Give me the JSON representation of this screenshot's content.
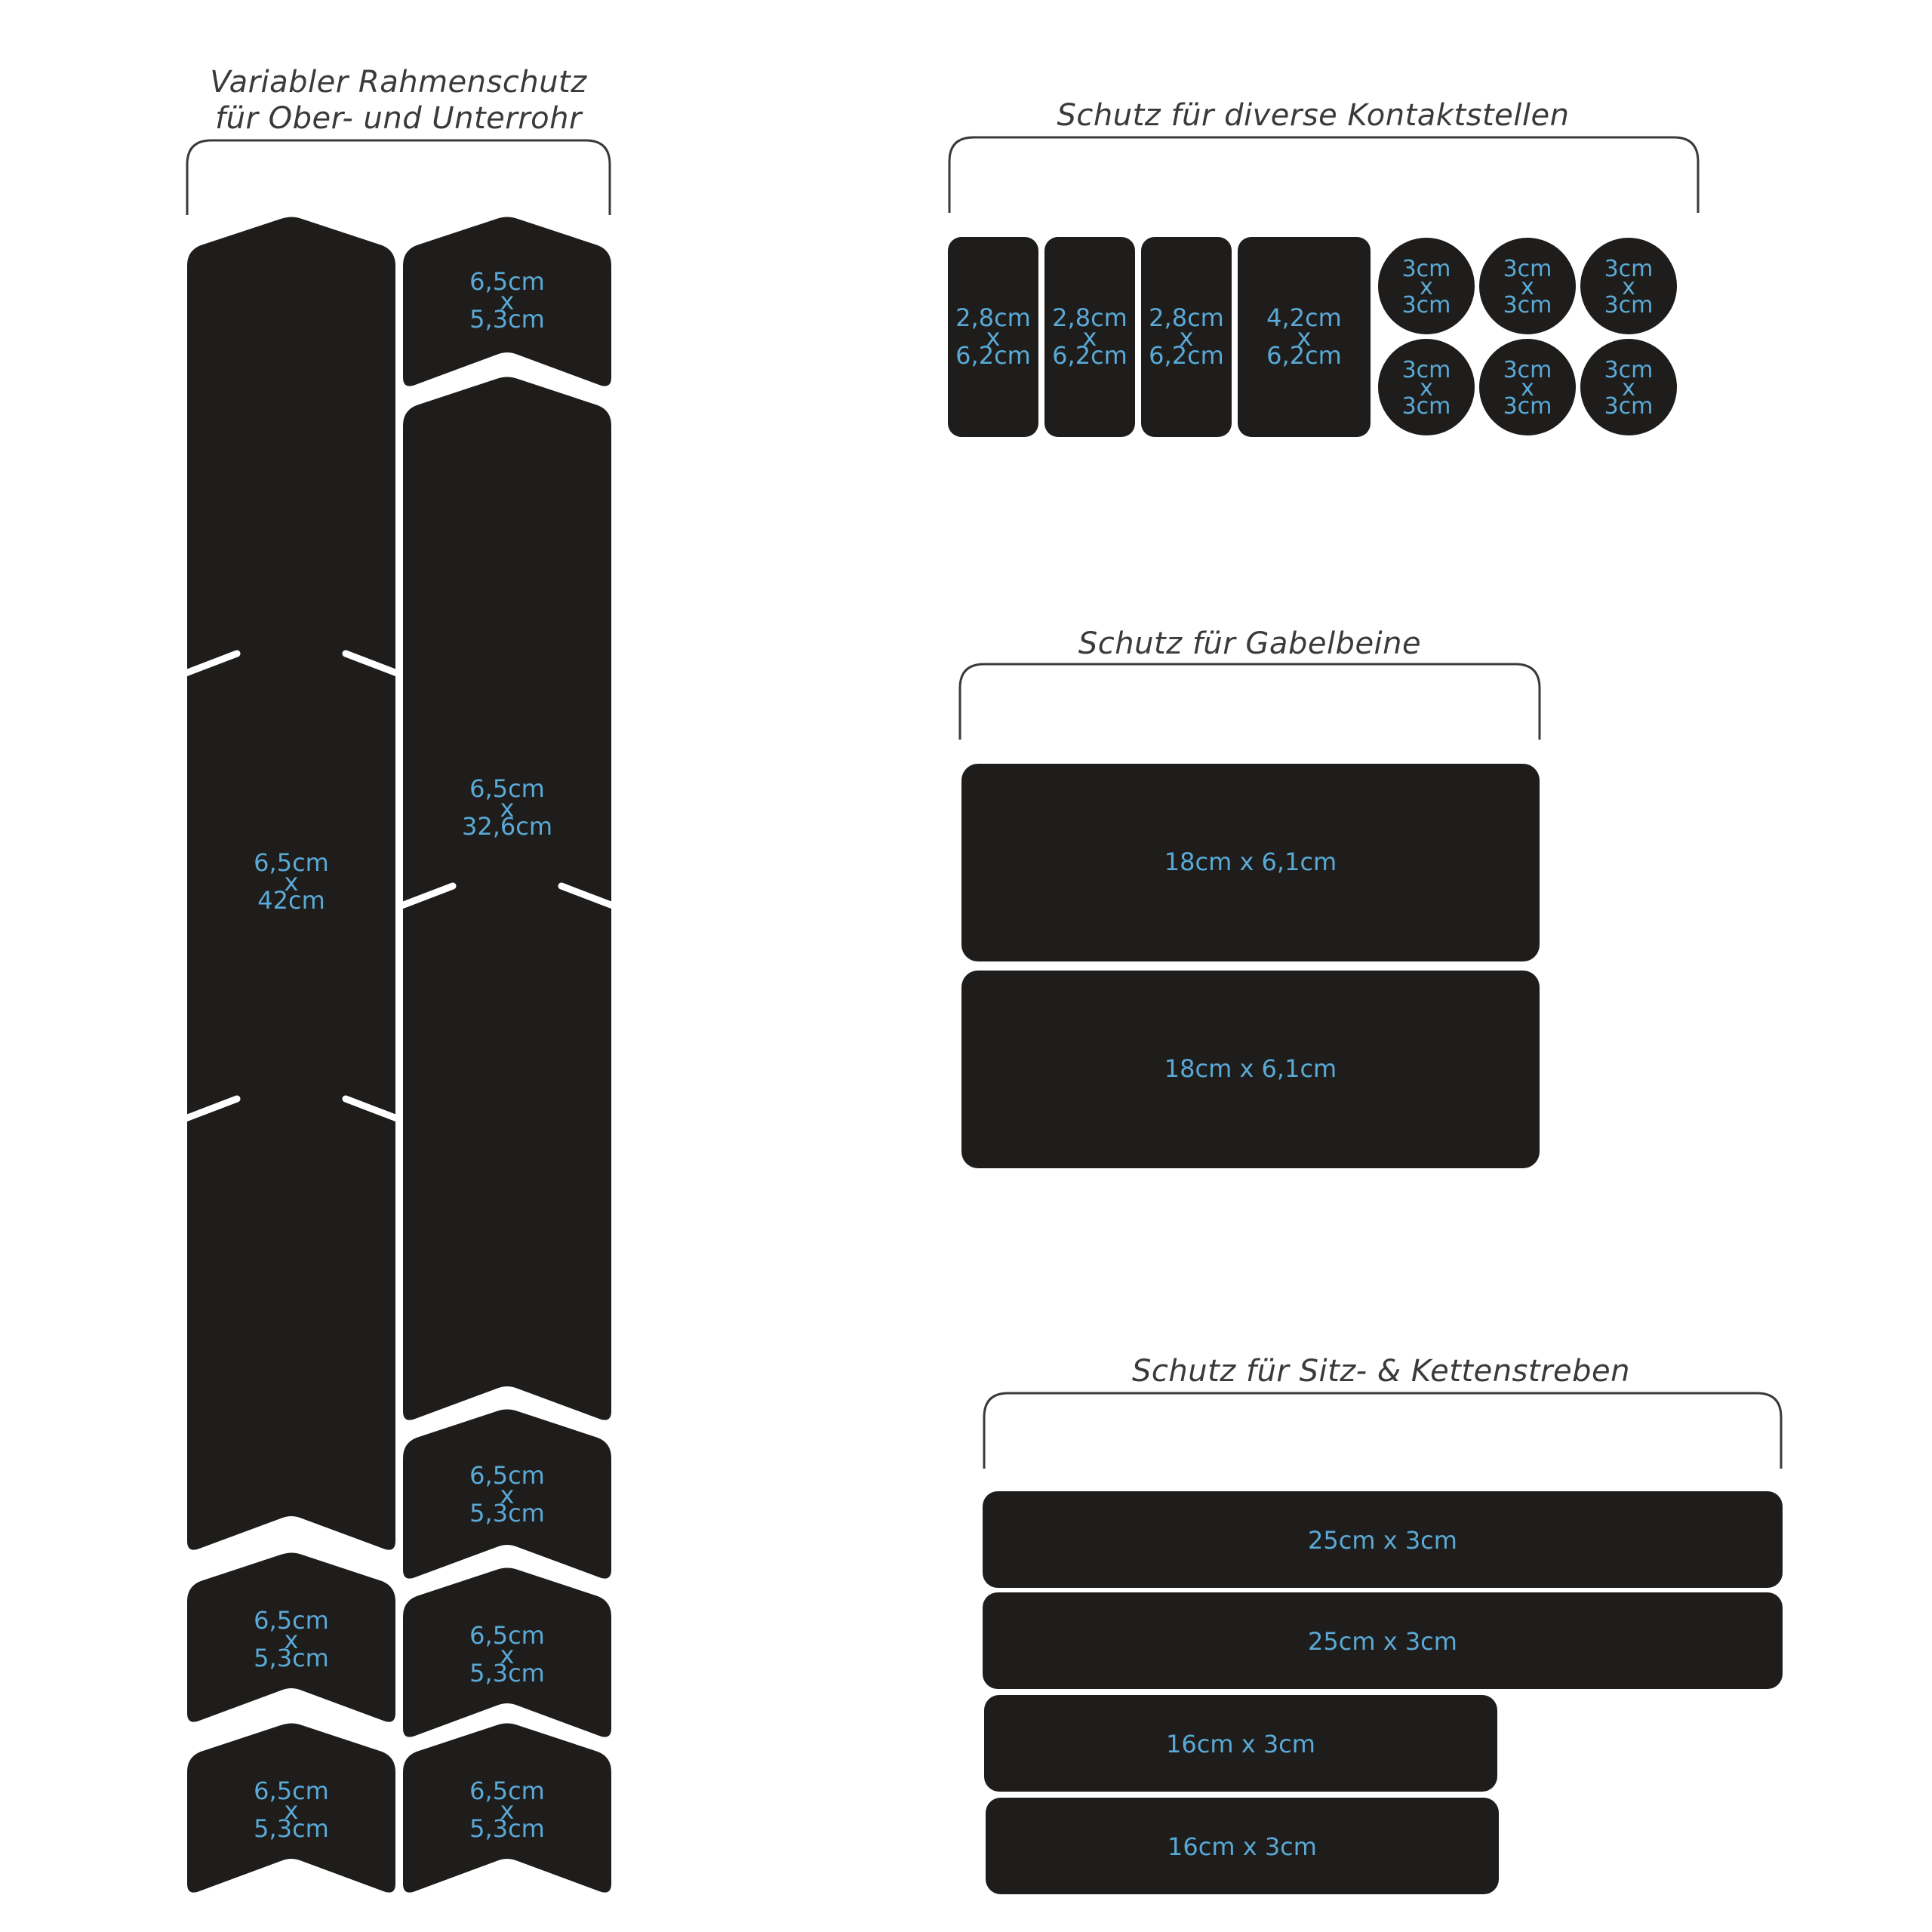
{
  "sections": {
    "frame": {
      "heading_line1": "Variabler Rahmenschutz",
      "heading_line2": "für Ober- und Unterrohr"
    },
    "contact": {
      "heading": "Schutz für diverse Kontaktstellen"
    },
    "fork": {
      "heading": "Schutz für Gabelbeine"
    },
    "stays": {
      "heading": "Schutz für Sitz- & Kettenstreben"
    }
  },
  "pieces": {
    "long_left": {
      "w": "6,5cm",
      "x": "x",
      "h": "42cm"
    },
    "long_right": {
      "w": "6,5cm",
      "x": "x",
      "h": "32,6cm"
    },
    "small_top_right": {
      "w": "6,5cm",
      "x": "x",
      "h": "5,3cm"
    },
    "small_mid_right": {
      "w": "6,5cm",
      "x": "x",
      "h": "5,3cm"
    },
    "small_r4_left": {
      "w": "6,5cm",
      "x": "x",
      "h": "5,3cm"
    },
    "small_r4_right": {
      "w": "6,5cm",
      "x": "x",
      "h": "5,3cm"
    },
    "small_r5_left": {
      "w": "6,5cm",
      "x": "x",
      "h": "5,3cm"
    },
    "small_r5_right": {
      "w": "6,5cm",
      "x": "x",
      "h": "5,3cm"
    },
    "rect1": {
      "w": "2,8cm",
      "x": "x",
      "h": "6,2cm"
    },
    "rect2": {
      "w": "2,8cm",
      "x": "x",
      "h": "6,2cm"
    },
    "rect3": {
      "w": "2,8cm",
      "x": "x",
      "h": "6,2cm"
    },
    "rect4": {
      "w": "4,2cm",
      "x": "x",
      "h": "6,2cm"
    },
    "circle1": {
      "w": "3cm",
      "x": "x",
      "h": "3cm"
    },
    "circle2": {
      "w": "3cm",
      "x": "x",
      "h": "3cm"
    },
    "circle3": {
      "w": "3cm",
      "x": "x",
      "h": "3cm"
    },
    "circle4": {
      "w": "3cm",
      "x": "x",
      "h": "3cm"
    },
    "circle5": {
      "w": "3cm",
      "x": "x",
      "h": "3cm"
    },
    "circle6": {
      "w": "3cm",
      "x": "x",
      "h": "3cm"
    },
    "fork1": "18cm x 6,1cm",
    "fork2": "18cm x 6,1cm",
    "stay1": "25cm x 3cm",
    "stay2": "25cm x 3cm",
    "stay3": "16cm x 3cm",
    "stay4": "16cm x 3cm"
  },
  "colors": {
    "piece": "#1e1d1b",
    "label": "#5aa9d6",
    "heading": "#3a3a3a"
  }
}
